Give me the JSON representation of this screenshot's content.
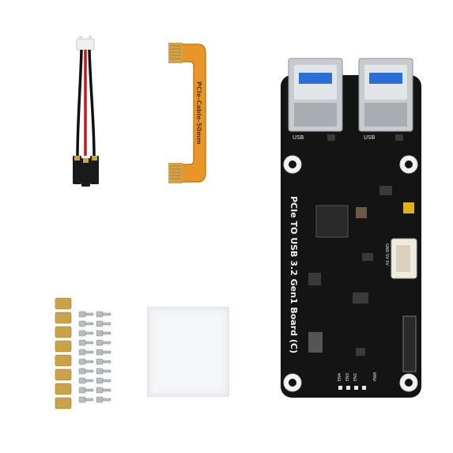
{
  "product": {
    "board_title": "PCIe TO USB 3.2 Gen1 Board (C)",
    "cable_label": "PCIe-Cable-50mm",
    "usb_labels": [
      "USB",
      "USB"
    ],
    "connector_label": "GND 5V 5V",
    "bottom_labels": [
      "EN4",
      "EN3",
      "EN2",
      "PWR"
    ]
  },
  "items": [
    {
      "id": "power-cable",
      "icon": "wire-harness"
    },
    {
      "id": "pcie-fpc-cable",
      "icon": "ribbon-cable"
    },
    {
      "id": "usb-board",
      "icon": "pcb"
    },
    {
      "id": "standoffs",
      "icon": "brass-standoff"
    },
    {
      "id": "screws",
      "icon": "screw"
    },
    {
      "id": "acrylic-plate",
      "icon": "plastic-sheet"
    }
  ],
  "colors": {
    "pcb": "#141414",
    "fpc": "#e8962a",
    "brass": "#c9a24a",
    "wire_red": "#c4161c",
    "wire_black": "#111111",
    "usb_blue": "#2b6fd6",
    "steel": "#b8bcc0"
  }
}
